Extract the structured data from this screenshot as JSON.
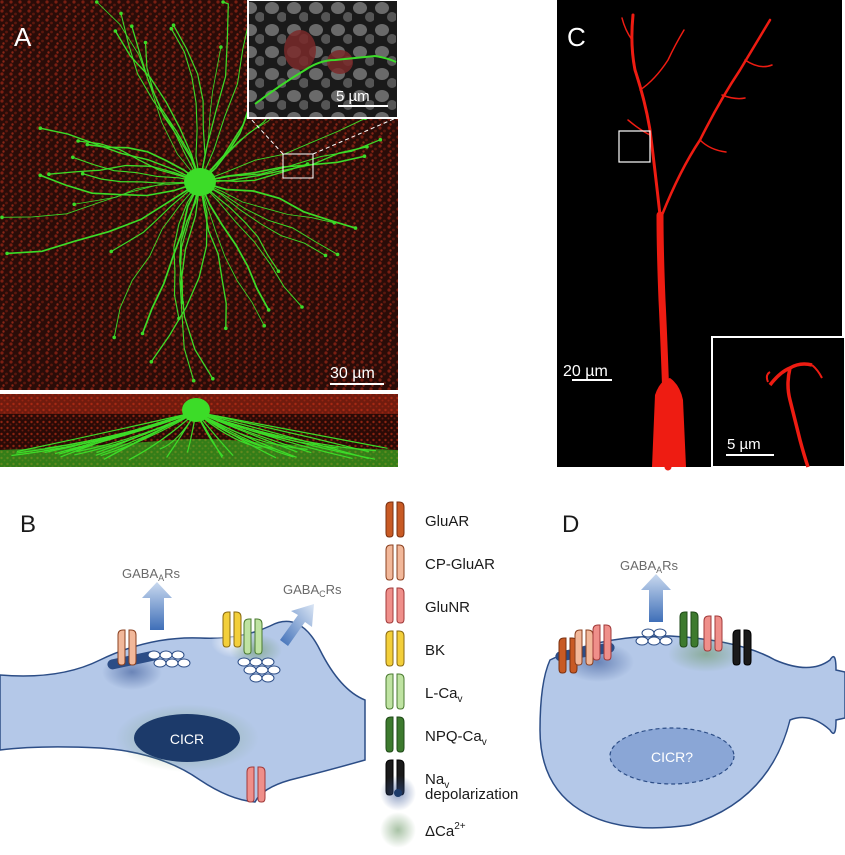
{
  "panels": {
    "a": {
      "letter": "A",
      "scale_main": "30 µm",
      "scale_inset": "5 µm"
    },
    "b": {
      "letter": "B",
      "gaba_a": "GABAARs",
      "gaba_c": "GABACRs",
      "cicr": "CICR"
    },
    "c": {
      "letter": "C",
      "scale_main": "20 µm",
      "scale_inset": "5 µm"
    },
    "d": {
      "letter": "D",
      "gaba_a": "GABAARs",
      "cicr": "CICR?"
    }
  },
  "legend": {
    "items": [
      {
        "label": "GluAR",
        "color": "#c85a24"
      },
      {
        "label": "CP-GluAR",
        "color": "#f2b89a"
      },
      {
        "label": "GluNR",
        "color": "#ef8f8a"
      },
      {
        "label": "BK",
        "color": "#f3cf3a"
      },
      {
        "label": "L-Cav",
        "color": "#bfe3a2"
      },
      {
        "label": "NPQ-Cav",
        "color": "#3d7a2e"
      },
      {
        "label": "Nav",
        "color": "#1a1a1a"
      },
      {
        "label": "depolarization",
        "color": "#2e4d8f"
      },
      {
        "label": "ΔCa2+",
        "color": "#8fb890"
      }
    ]
  },
  "colors": {
    "neuron_green": "#3cdc28",
    "dendrite_red": "#ee1c12",
    "cell_blue": "#b4c8e8",
    "nucleus_blue": "#1c3a6a"
  }
}
